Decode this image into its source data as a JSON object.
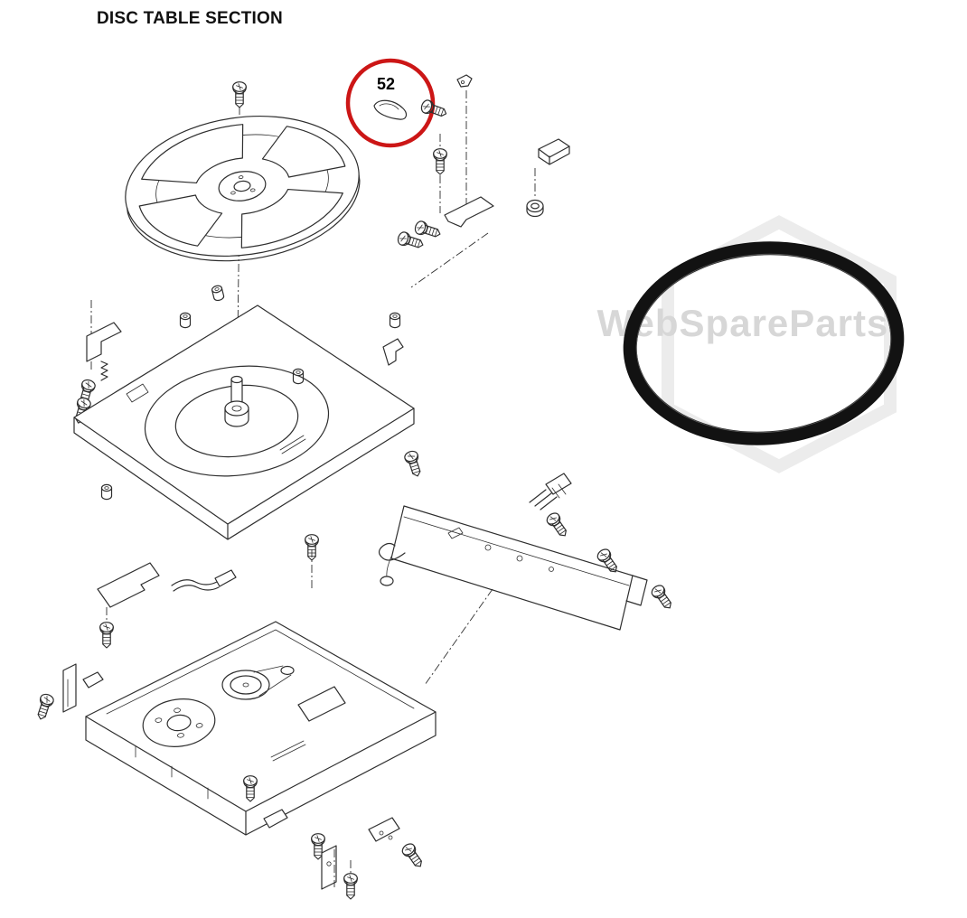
{
  "title": "DISC TABLE SECTION",
  "callout": {
    "part_number": "52"
  },
  "watermark_text": "WebSpareParts",
  "colors": {
    "highlight": "#cc1616",
    "belt": "#121212",
    "watermark": "#d7d7d7",
    "line": "#2e2e2e"
  },
  "diagram": {
    "type": "exploded-parts-diagram",
    "subject": "disc table mechanism",
    "highlighted_part": "52"
  }
}
